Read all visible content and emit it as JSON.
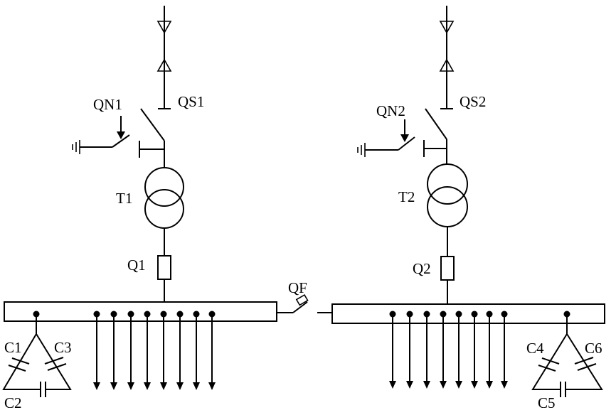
{
  "labels": {
    "qs1": "QS1",
    "qs2": "QS2",
    "qn1": "QN1",
    "qn2": "QN2",
    "t1": "T1",
    "t2": "T2",
    "q1": "Q1",
    "q2": "Q2",
    "qf": "QF",
    "c1": "C1",
    "c2": "C2",
    "c3": "C3",
    "c4": "C4",
    "c5": "C5",
    "c6": "C6"
  },
  "feeders": {
    "left_count": 8,
    "right_count": 8
  }
}
